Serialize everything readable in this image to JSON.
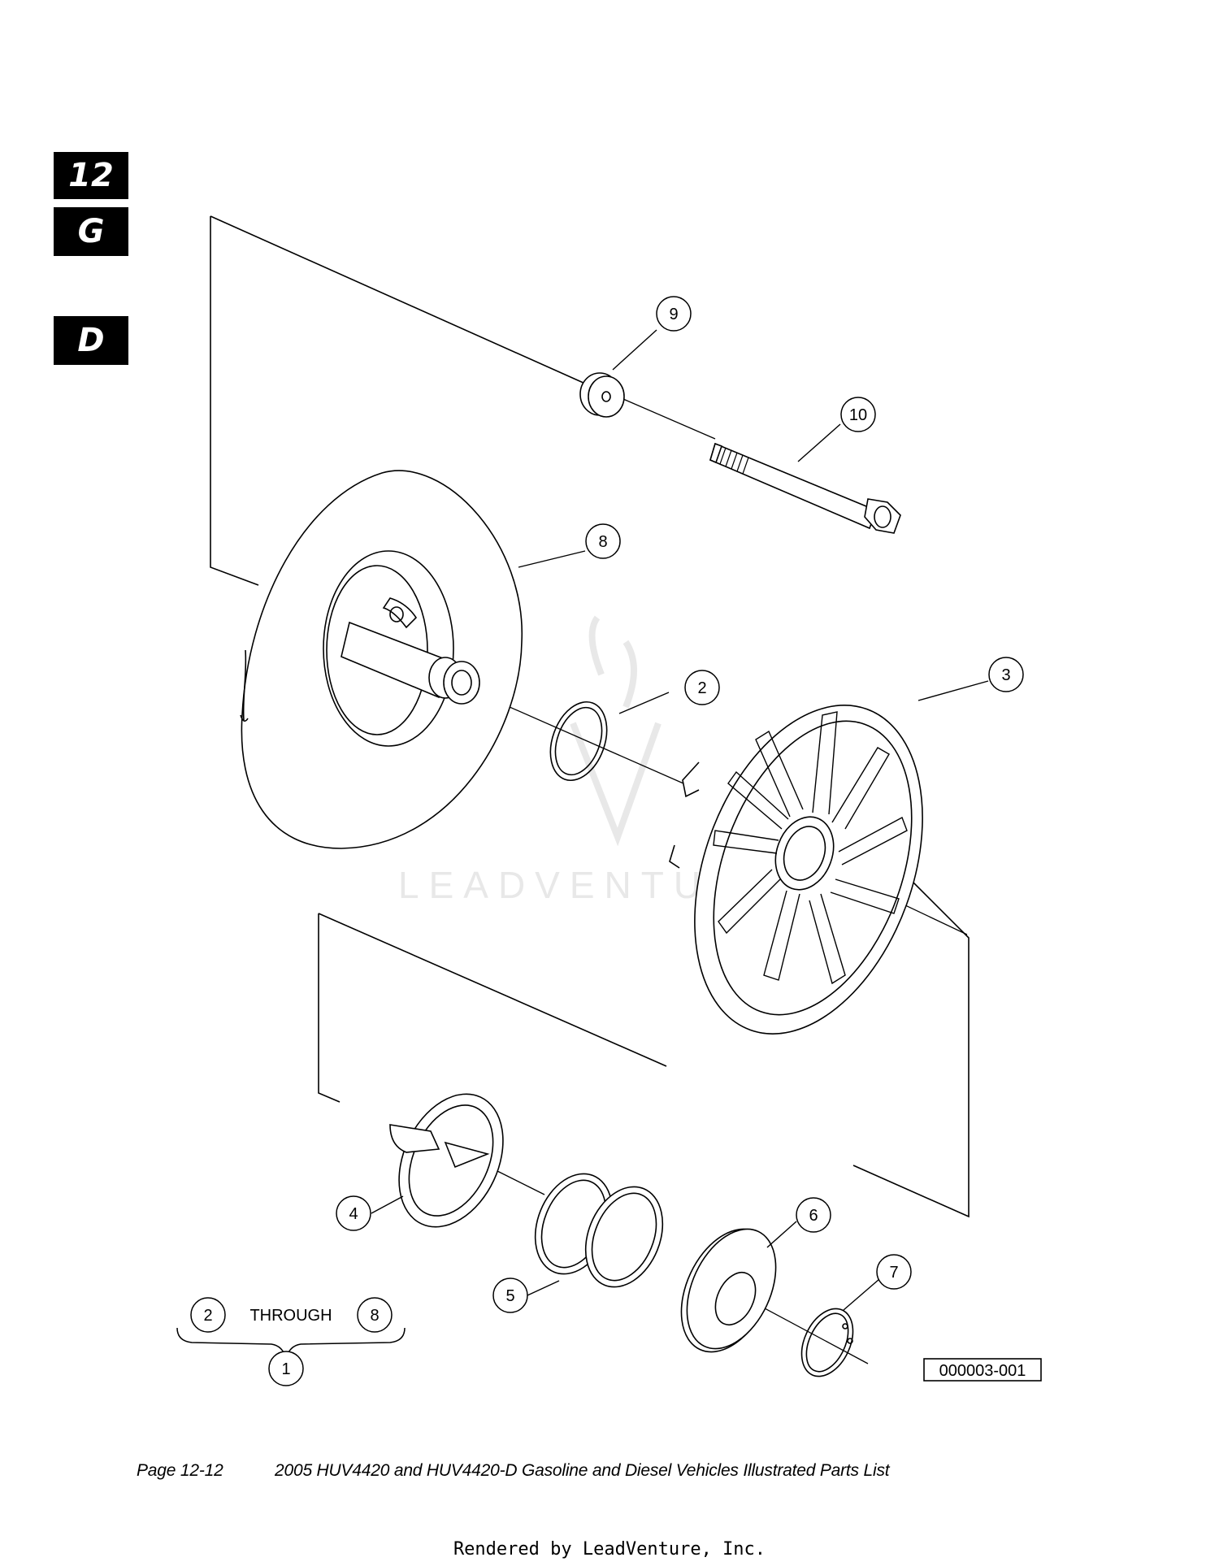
{
  "section_tabs": [
    "12",
    "G",
    "D"
  ],
  "watermark": "LEADVENTURE",
  "callouts": [
    "1",
    "2",
    "3",
    "4",
    "5",
    "6",
    "7",
    "8",
    "9",
    "10"
  ],
  "range_label": {
    "from": "2",
    "word": "THROUGH",
    "to": "8",
    "result": "1"
  },
  "figure_id": "000003-001",
  "footer": {
    "page": "Page 12-12",
    "title": "2005 HUV4420 and HUV4420-D Gasoline and Diesel Vehicles Illustrated Parts List"
  },
  "rendered_by": "Rendered by LeadVenture, Inc."
}
